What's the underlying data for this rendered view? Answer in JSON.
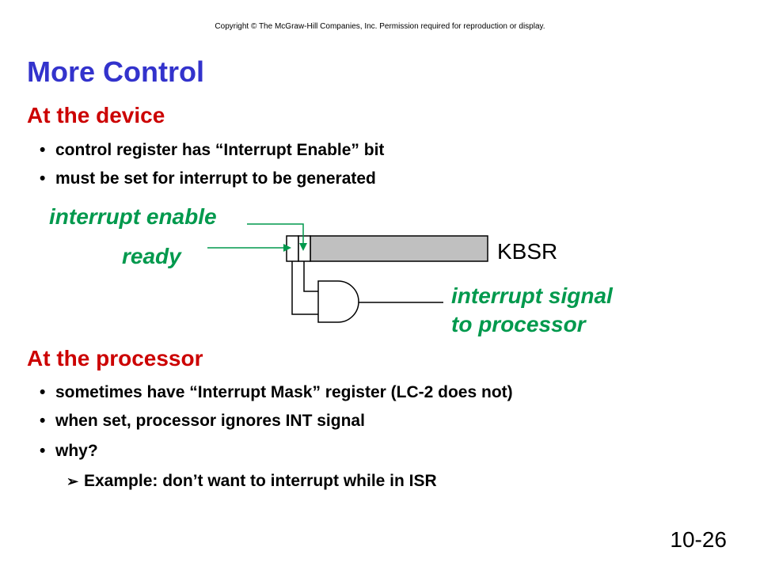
{
  "header": {
    "copyright": "Copyright © The McGraw-Hill Companies, Inc. Permission required for reproduction or display."
  },
  "slide": {
    "title": "More Control",
    "number": "10-26"
  },
  "sections": {
    "device": {
      "heading": "At the device",
      "bullets": [
        "control register has “Interrupt Enable” bit",
        "must be set for interrupt to be generated"
      ]
    },
    "processor": {
      "heading": "At the processor",
      "bullets": [
        "sometimes have “Interrupt Mask” register (LC-2 does not)",
        "when set, processor ignores INT signal",
        "why?"
      ],
      "sub_bullet": "Example: don’t want to interrupt while in ISR"
    }
  },
  "diagram": {
    "labels": {
      "interrupt_enable": "interrupt enable",
      "ready": "ready",
      "register_name": "KBSR",
      "signal_line1": "interrupt signal",
      "signal_line2": "to processor"
    },
    "colors": {
      "label": "#00994d",
      "register_fill": "#c0c0c0",
      "wire": "#000000",
      "arrow": "#00994d"
    }
  }
}
